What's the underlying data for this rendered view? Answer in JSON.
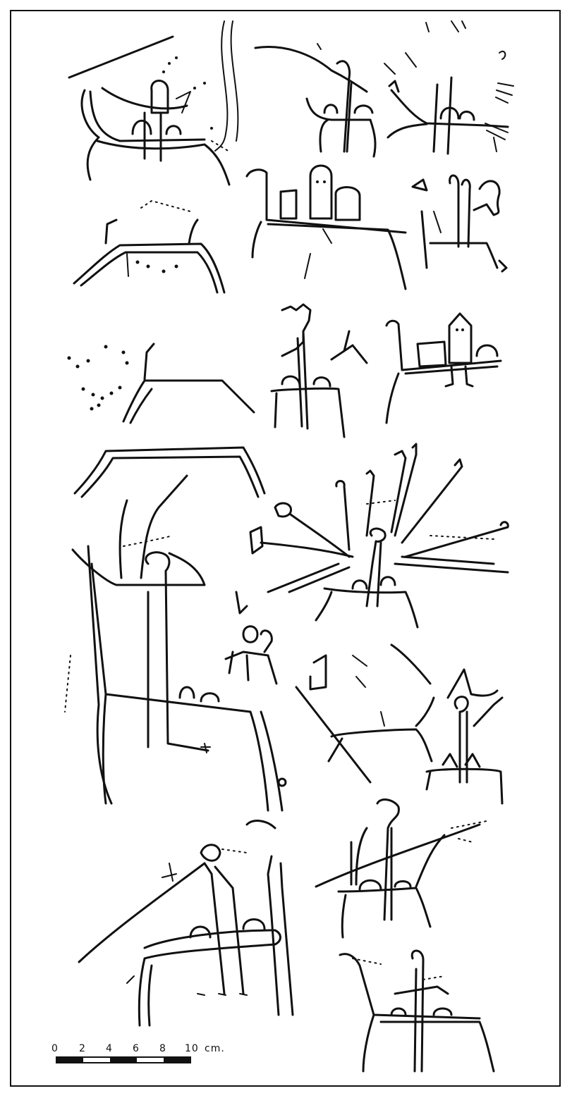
{
  "scale": {
    "ticks": [
      "0",
      "2",
      "4",
      "6",
      "8",
      "10"
    ],
    "unit": "cm."
  }
}
